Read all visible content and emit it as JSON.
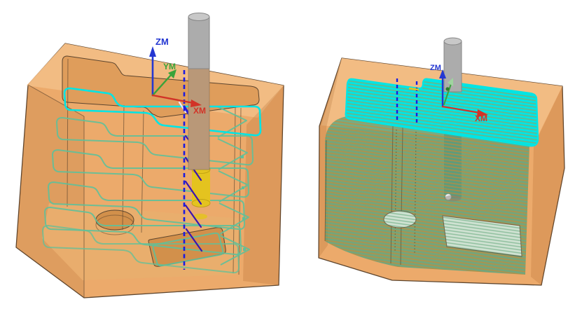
{
  "scene": {
    "type": "cam-toolpath-3d-viewport",
    "background": "#ffffff",
    "views": [
      {
        "name": "part-with-level-contour-toolpath",
        "axes": {
          "z_label": "ZM",
          "y_label": "YM",
          "x_label": "XM"
        }
      },
      {
        "name": "part-with-raster-finish-toolpath",
        "axes": {
          "z_label": "ZM",
          "x_label": "XM"
        }
      }
    ]
  },
  "colors": {
    "background": "#ffffff",
    "part_body": "#ecaa6b",
    "part_top_face": "#f2bd85",
    "part_pocket_wall": "#df9d5b",
    "part_floor": "#e9ae6e",
    "part_feature": "#d2904b",
    "edge_line": "#5d452e",
    "toolpath_top_level": "#00e5e5",
    "toolpath_lower_level": "#5fc09a",
    "raster_stripe_orange": "#d2862f",
    "raster_pale": "#cfe2d2",
    "rapid_move": "#1b1be0",
    "engage_move": "#3a13b0",
    "approach_move": "#efe6ff",
    "tool_shank": "#acacac",
    "tool_shank_top": "#c8c8c8",
    "tool_tinted": "#b99878",
    "tool_cutter": "#e4c31f",
    "axis_z": "#2437d2",
    "axis_y": "#3aa33a",
    "axis_x": "#d23327",
    "contact_point": "#f3f3f3"
  }
}
